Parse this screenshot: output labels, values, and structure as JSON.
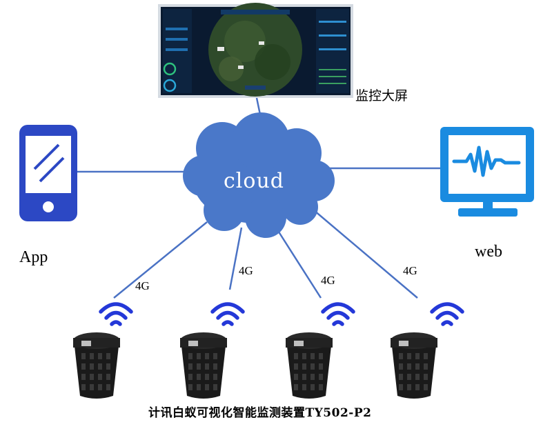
{
  "labels": {
    "screen": "监控大屏",
    "cloud": "cloud",
    "app": "App",
    "web": "web",
    "device": "计讯白蚁可视化智能监测装置TY502-P2"
  },
  "links": [
    "4G",
    "4G",
    "4G",
    "4G"
  ],
  "icons": {
    "phone": "smartphone-icon",
    "monitor": "monitor-waveform-icon",
    "wifi": "wifi-signal-icon",
    "device": "termite-monitor-device",
    "cloud": "cloud-icon",
    "screen": "monitoring-dashboard-screen"
  },
  "colors": {
    "line": "#4a72c4",
    "cloud": "#4a78c9",
    "phone": "#2c48c4",
    "monitor": "#1a8be0",
    "wifi": "#2438d8",
    "device": "#1a1a1a"
  }
}
